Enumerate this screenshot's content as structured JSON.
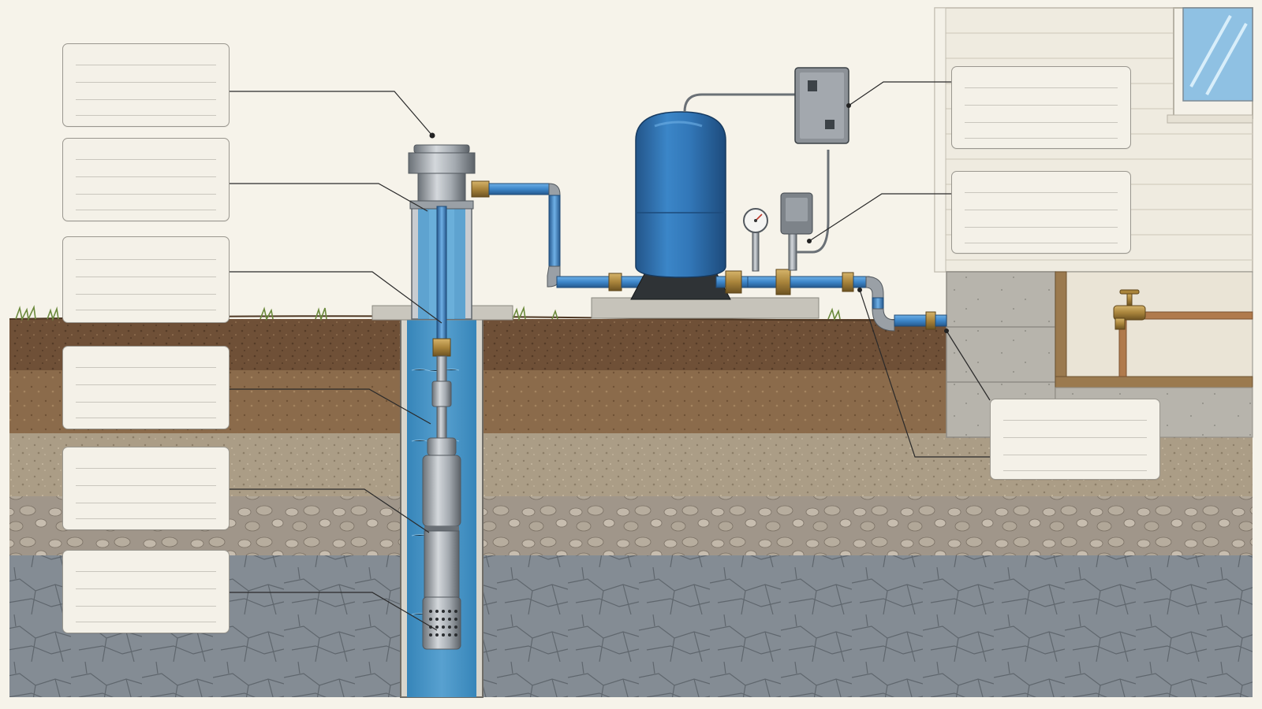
{
  "colors": {
    "paper": "#f6f3ea",
    "topsoil": "#6e4f36",
    "clay": "#8a6a4a",
    "sand": "#a99a82",
    "gravel": "#958b7d",
    "bedrock": "#7f8790",
    "water": "#4a97c7",
    "tank_blue": "#2f72b3",
    "pipe_blue": "#3d86c9",
    "steel": "#9aa0a6",
    "brass": "#a9843b",
    "concrete": "#b6b3aa",
    "siding": "#efebe0",
    "label_fill": "#f4f1e8",
    "label_border": "#9a978f"
  },
  "labels": [
    {
      "id": "well-cap",
      "text": ""
    },
    {
      "id": "well-casing",
      "text": ""
    },
    {
      "id": "drop-pipe",
      "text": ""
    },
    {
      "id": "check-valve",
      "text": ""
    },
    {
      "id": "submersible-pump",
      "text": ""
    },
    {
      "id": "pump-intake-screen",
      "text": ""
    },
    {
      "id": "control-box",
      "text": ""
    },
    {
      "id": "pressure-switch",
      "text": ""
    },
    {
      "id": "house-supply-line",
      "text": ""
    }
  ],
  "icons": [
    "pressure-gauge-icon",
    "electrical-box-icon",
    "faucet-icon"
  ]
}
